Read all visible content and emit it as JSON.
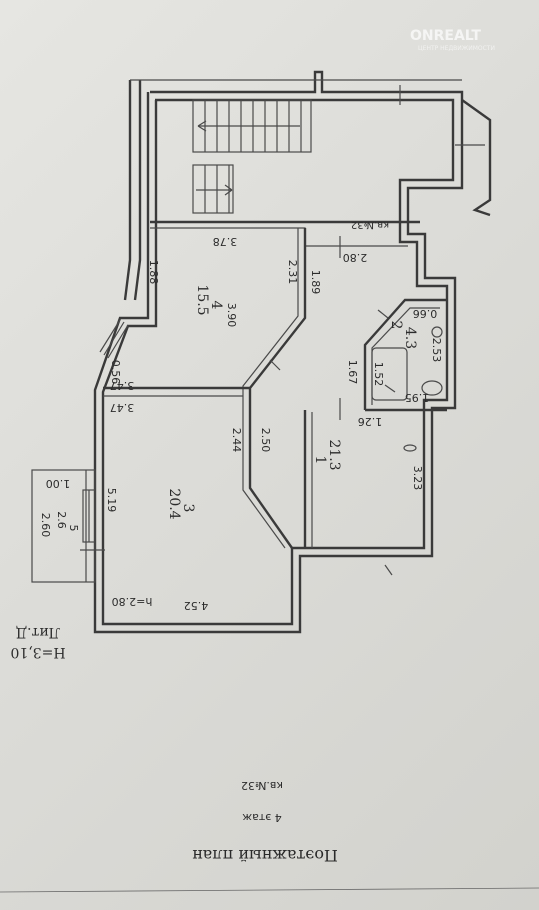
{
  "watermark": {
    "brand": "ONREALT",
    "tagline": "ЦЕНТР НЕДВИЖИМОСТИ"
  },
  "header": {
    "title": "Поэтажный план",
    "floor": "4 этаж",
    "apartment": "кв.№32"
  },
  "building": {
    "lit": "Лит.Д",
    "height": "H=3,10"
  },
  "plan": {
    "apartment_tag": "кв.№32",
    "ceiling_height": "h=2.80",
    "rooms": [
      {
        "num": "1",
        "area": "21.3"
      },
      {
        "num": "2",
        "area": "4.3"
      },
      {
        "num": "3",
        "area": "20.4"
      },
      {
        "num": "4",
        "area": "15.5"
      },
      {
        "num": "5",
        "area": "2.6"
      }
    ],
    "dims": {
      "d378": "3.78",
      "d188": "1.88",
      "d231": "2.31",
      "d390": "3.90",
      "d189": "1.89",
      "d280a": "2.80",
      "d066": "0.66",
      "d253": "2.53",
      "d167": "1.67",
      "d152": "1.52",
      "d195": "1.95",
      "d126": "1.26",
      "d347a": "3.47",
      "d347b": "3.47",
      "d056": "0.56",
      "d244": "2.44",
      "d250": "2.50",
      "d323": "3.23",
      "d519": "5.19",
      "d100": "1.00",
      "d260": "2.60",
      "d452": "4.52"
    }
  }
}
